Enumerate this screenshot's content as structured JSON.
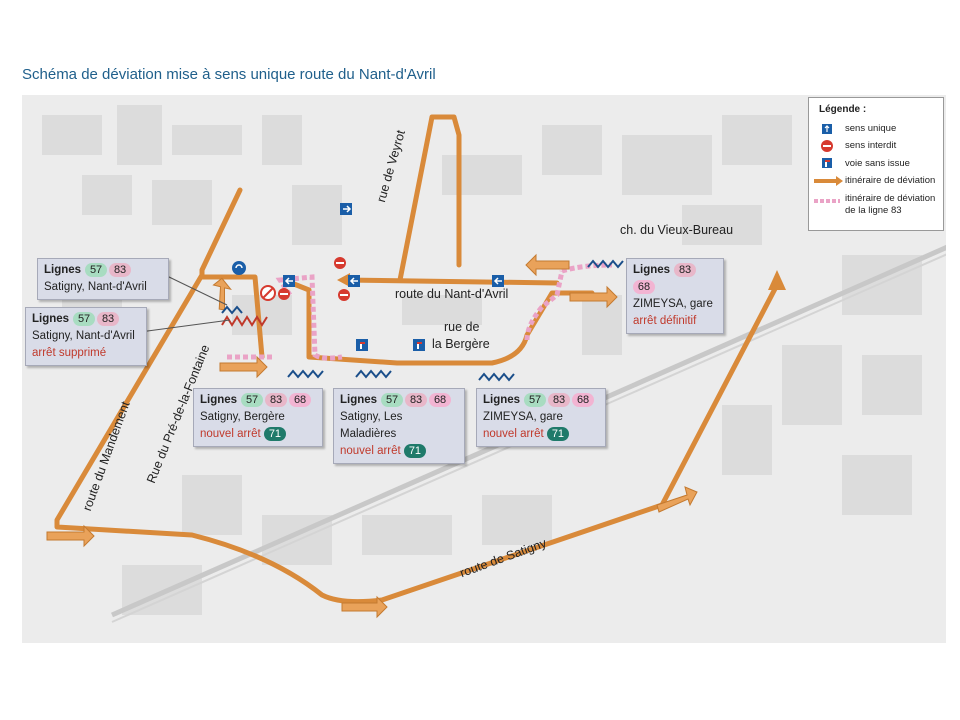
{
  "title": "Schéma de déviation mise à sens unique route du Nant-d'Avril",
  "colors": {
    "deviation": "#d98a3a",
    "line83_deviation": "#eaa3c6",
    "badge_57": "#a8dcc1",
    "badge_83": "#e8b7c9",
    "badge_68": "#f2b4d2",
    "badge_71": "#1f7a6a",
    "red_text": "#c0392b",
    "title": "#1f5f8b",
    "sign_blue": "#1a5ea8",
    "sign_red": "#d63a2f"
  },
  "legend": {
    "title": "Légende :",
    "items": [
      {
        "icon": "one-way-icon",
        "label": "sens unique"
      },
      {
        "icon": "no-entry-icon",
        "label": "sens interdit"
      },
      {
        "icon": "dead-end-icon",
        "label": "voie sans issue"
      },
      {
        "icon": "deviation-arrow-icon",
        "label": "itinéraire de déviation"
      },
      {
        "icon": "line83-deviation-icon",
        "label_1": "itinéraire de déviation",
        "label_2": "de la ligne 83"
      }
    ]
  },
  "streets": {
    "veyrot": "rue de Veyrot",
    "vieux_bureau": "ch. du Vieux-Bureau",
    "nant_davril": "route du Nant-d'Avril",
    "bergere_1": "rue de",
    "bergere_2": "la Bergère",
    "mandement": "route du Mandement",
    "pre_fontaine": "Rue du Pré-de-la-Fontaine",
    "satigny": "route de Satigny"
  },
  "stops": {
    "nant1": {
      "heading": "Lignes",
      "lines": [
        "57",
        "83"
      ],
      "name": "Satigny, Nant-d'Avril"
    },
    "nant2": {
      "heading": "Lignes",
      "lines": [
        "57",
        "83"
      ],
      "name": "Satigny, Nant-d'Avril",
      "status": "arrêt supprimé"
    },
    "zimeysa_top": {
      "heading": "Lignes",
      "lines": [
        "83",
        "68"
      ],
      "name": "ZIMEYSA, gare",
      "status": "arrêt définitif"
    },
    "bergere": {
      "heading": "Lignes",
      "lines": [
        "57",
        "83",
        "68"
      ],
      "name": "Satigny, Bergère",
      "status": "nouvel arrêt",
      "new_line": "71"
    },
    "maladieres": {
      "heading": "Lignes",
      "lines": [
        "57",
        "83",
        "68"
      ],
      "name": "Satigny, Les Maladières",
      "status": "nouvel arrêt",
      "new_line": "71"
    },
    "zimeysa_bottom": {
      "heading": "Lignes",
      "lines": [
        "57",
        "83",
        "68"
      ],
      "name": "ZIMEYSA, gare",
      "status": "nouvel arrêt",
      "new_line": "71"
    }
  }
}
